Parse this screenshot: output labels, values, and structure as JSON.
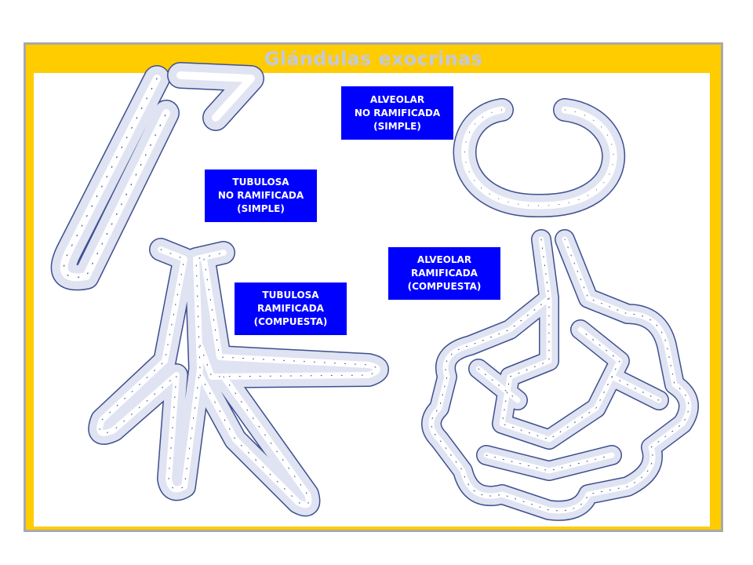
{
  "title": "Glándulas exocrinas",
  "colors": {
    "frame": "#ffcc00",
    "label_bg": "#0000ff",
    "label_text": "#ffffff",
    "title": "#c3c8de",
    "tissue_fill": "#dfe3f2",
    "tissue_stroke": "#3f4f8f"
  },
  "labels": {
    "alveolar_simple": {
      "line1": "ALVEOLAR",
      "line2": "NO RAMIFICADA",
      "line3": "(SIMPLE)"
    },
    "tubulosa_simple": {
      "line1": "TUBULOSA",
      "line2": "NO RAMIFICADA",
      "line3": "(SIMPLE)"
    },
    "alveolar_compuesta": {
      "line1": "ALVEOLAR",
      "line2": "RAMIFICADA",
      "line3": "(COMPUESTA)"
    },
    "tubulosa_compuesta": {
      "line1": "TUBULOSA",
      "line2": "RAMIFICADA",
      "line3": "(COMPUESTA)"
    }
  }
}
